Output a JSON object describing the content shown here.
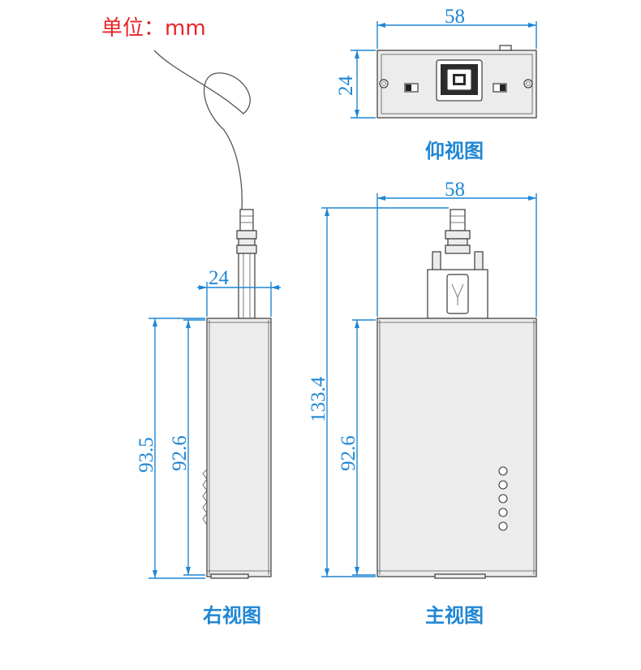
{
  "unit_label": "单位：mm",
  "views": {
    "bottom": {
      "label": "仰视图",
      "width_dim": "58",
      "height_dim": "24"
    },
    "right": {
      "label": "右视图",
      "width_dim": "24",
      "total_height_dim": "93.5",
      "body_height_dim": "92.6"
    },
    "front": {
      "label": "主视图",
      "width_dim": "58",
      "total_height_dim": "133.4",
      "body_height_dim": "92.6"
    }
  },
  "led_count": 5,
  "colors": {
    "dimension": "#1f86d4",
    "unit_label": "#e8262a",
    "outline": "#3a3a3a"
  }
}
